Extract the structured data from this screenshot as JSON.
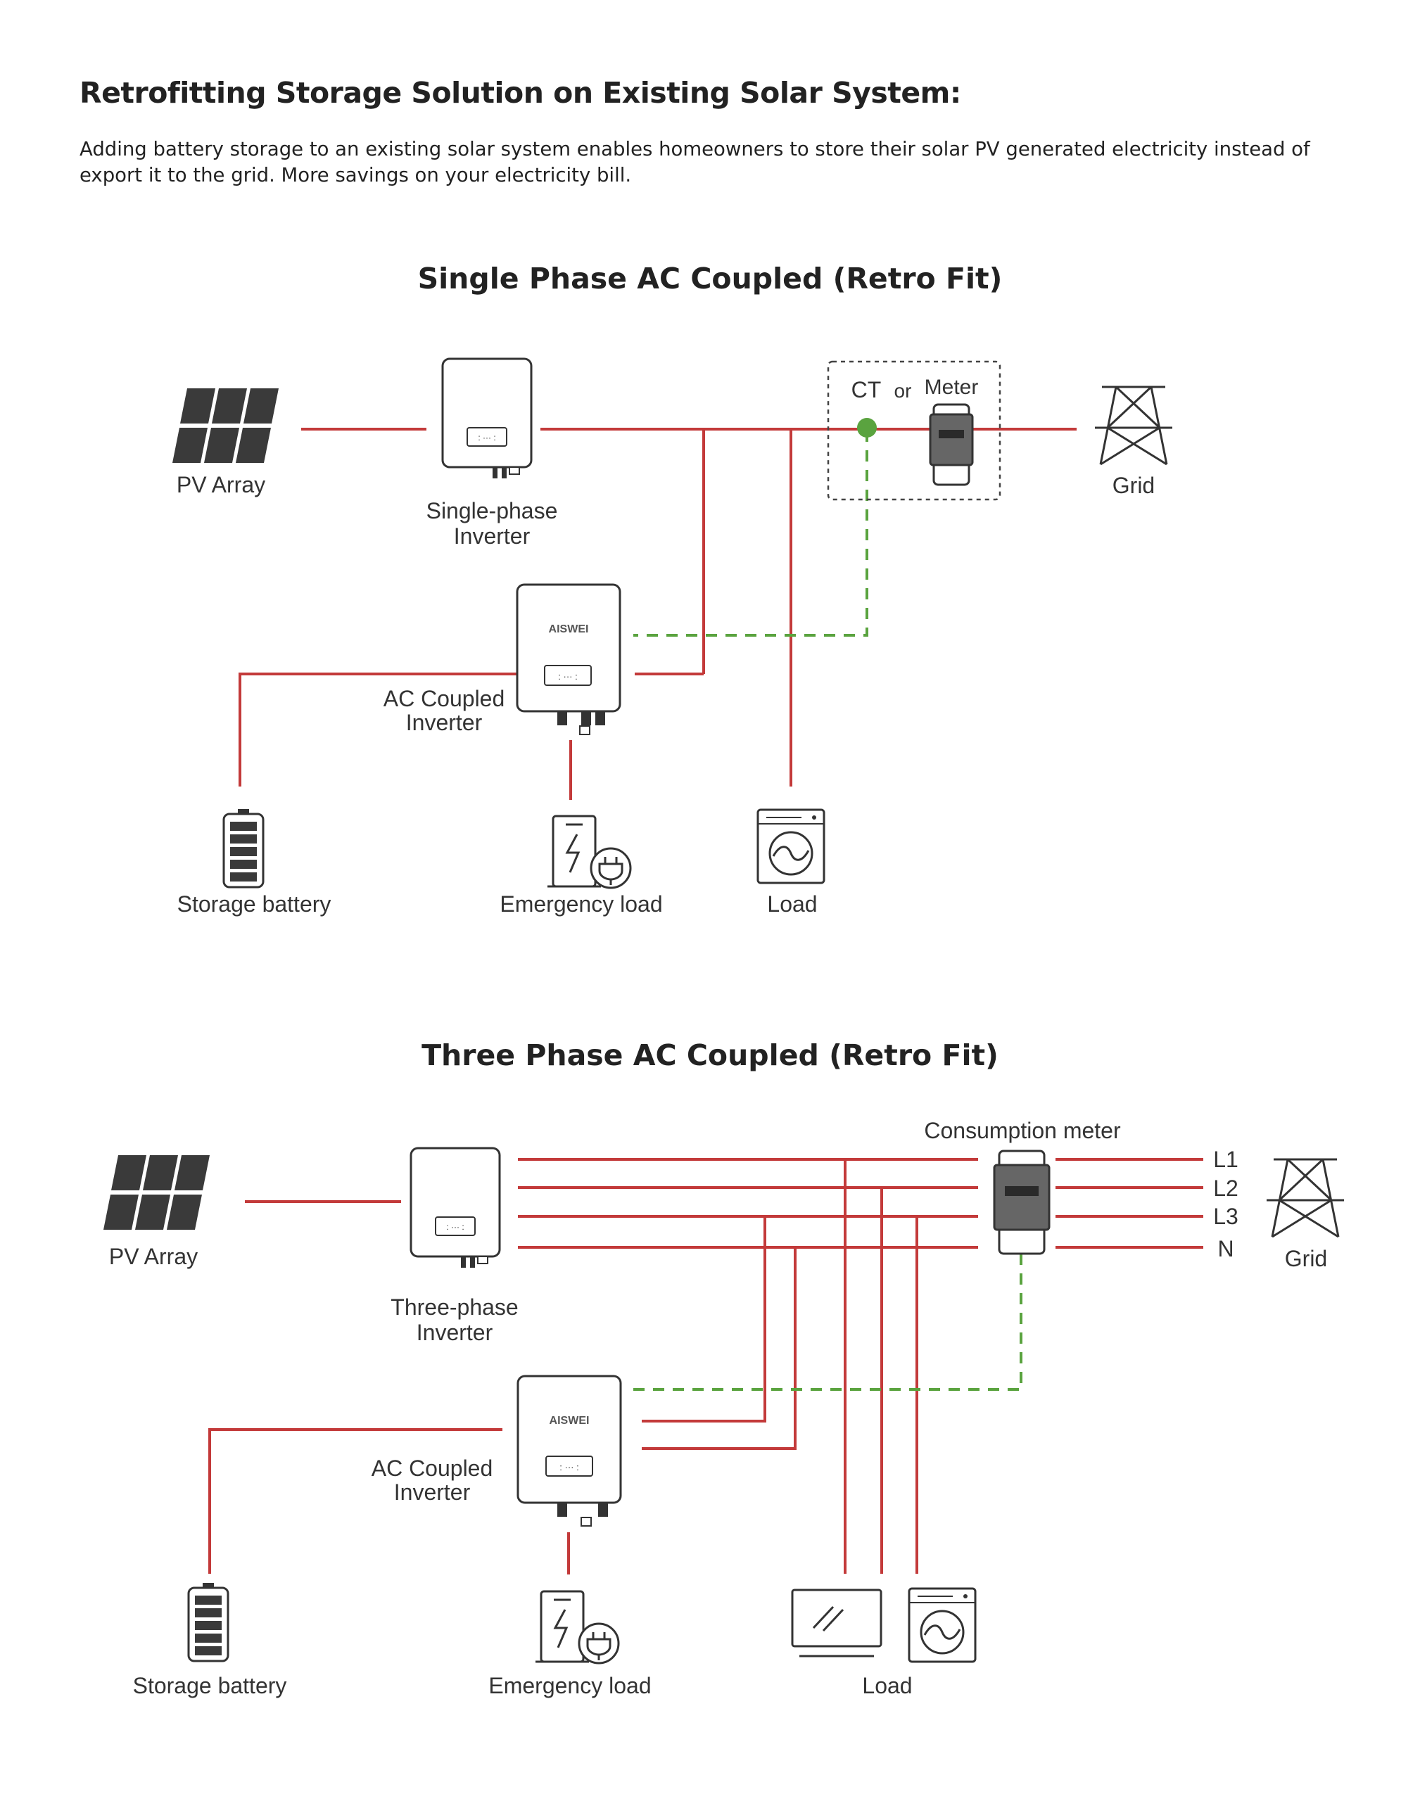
{
  "page": {
    "title": "Retrofitting Storage Solution on Existing Solar System:",
    "intro": "Adding battery storage to an existing solar system enables homeowners to store their solar PV generated electricity instead of export it to the grid. More savings on your electricity bill."
  },
  "single_phase": {
    "title": "Single Phase AC Coupled (Retro Fit)",
    "pv_array": "PV Array",
    "inverter_line1": "Single-phase",
    "inverter_line2": "Inverter",
    "ct": "CT",
    "or": "or",
    "meter": "Meter",
    "grid": "Grid",
    "ac_inverter_line1": "AC Coupled",
    "ac_inverter_line2": "Inverter",
    "inverter_logo": "AISWEI",
    "storage_battery": "Storage battery",
    "emergency_load": "Emergency load",
    "load": "Load"
  },
  "three_phase": {
    "title": "Three Phase AC Coupled (Retro Fit)",
    "pv_array": "PV Array",
    "inverter_line1": "Three-phase",
    "inverter_line2": "Inverter",
    "consumption_meter": "Consumption meter",
    "l1": "L1",
    "l2": "L2",
    "l3": "L3",
    "n": "N",
    "grid": "Grid",
    "ac_inverter_line1": "AC Coupled",
    "ac_inverter_line2": "Inverter",
    "inverter_logo": "AISWEI",
    "storage_battery": "Storage battery",
    "emergency_load": "Emergency load",
    "load": "Load"
  },
  "colors": {
    "power_line": "#c33a3a",
    "signal_line": "#5aa33f",
    "icon_dark": "#3a3a3a"
  }
}
